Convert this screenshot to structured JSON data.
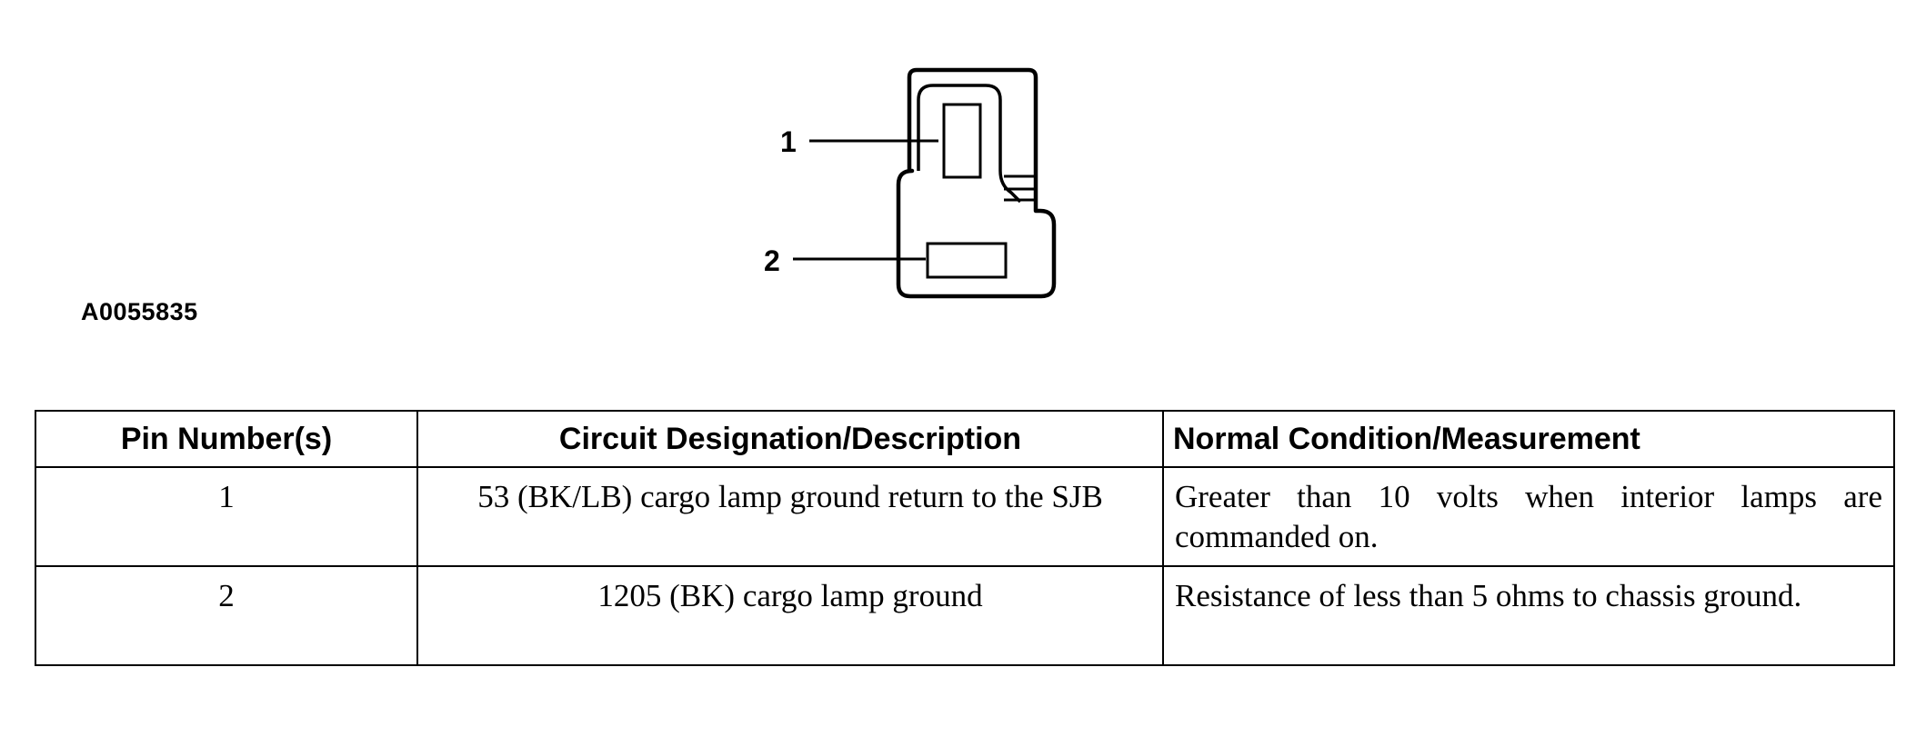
{
  "figure_id": "A0055835",
  "connector": {
    "pins": [
      {
        "label": "1"
      },
      {
        "label": "2"
      }
    ]
  },
  "table": {
    "headers": [
      "Pin Number(s)",
      "Circuit Designation/Description",
      "Normal Condition/Measurement"
    ],
    "rows": [
      {
        "pin": "1",
        "circuit": "53 (BK/LB) cargo lamp ground return to the SJB",
        "condition": "Greater than 10 volts when interior lamps are commanded on."
      },
      {
        "pin": "2",
        "circuit": "1205 (BK) cargo lamp ground",
        "condition": "Resistance of less than 5 ohms to chassis ground."
      }
    ]
  }
}
